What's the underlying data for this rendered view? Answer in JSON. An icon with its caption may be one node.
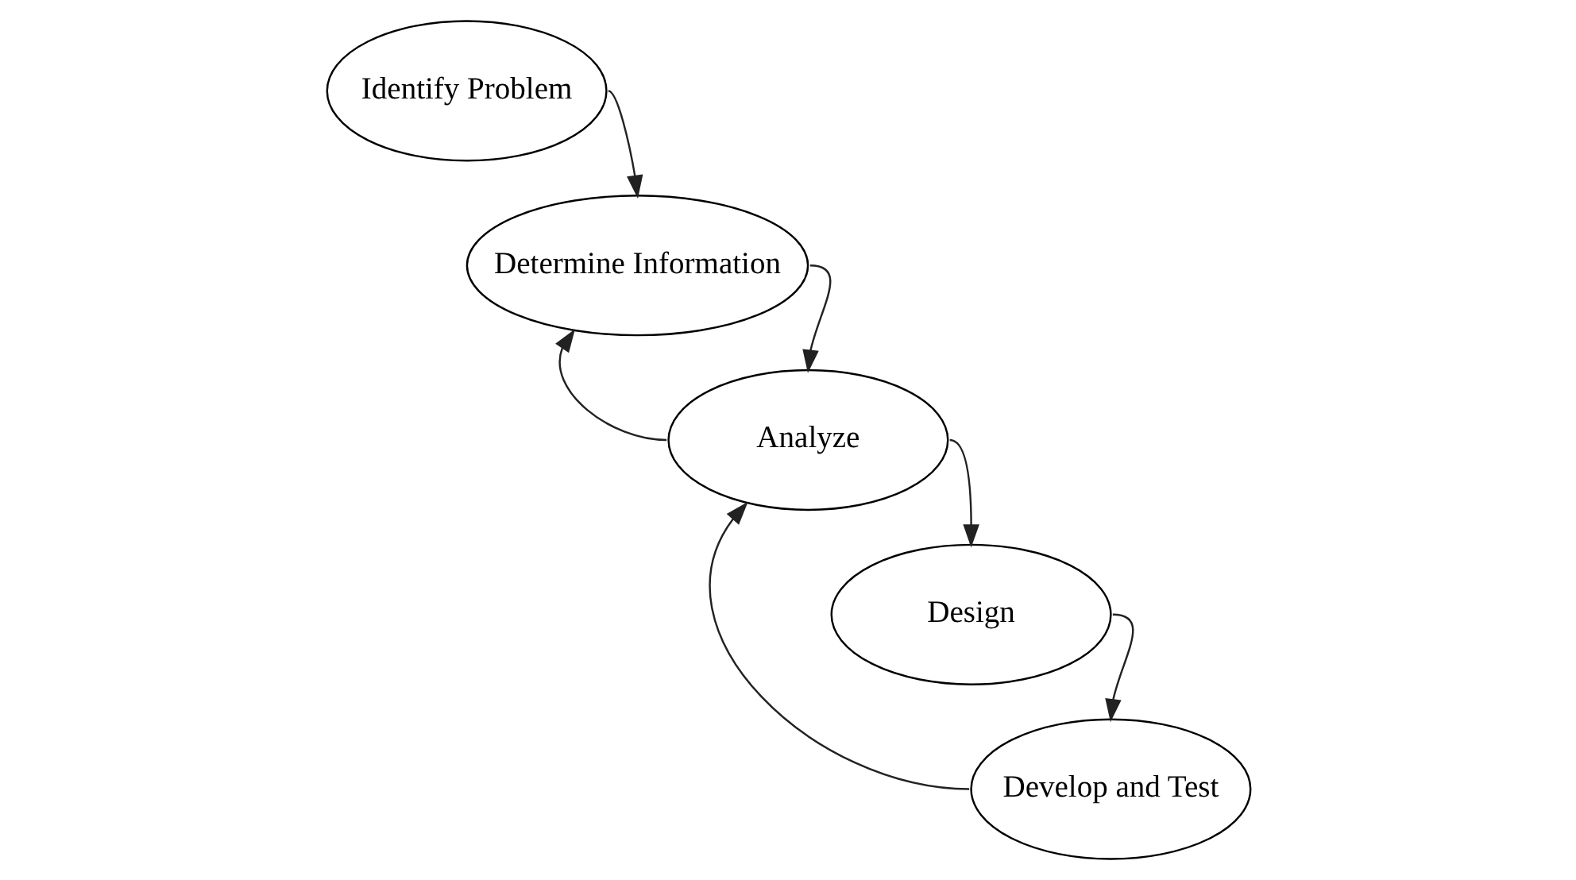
{
  "diagram": {
    "nodes": [
      {
        "text": [
          "Identify Problem"
        ]
      },
      {
        "text": [
          "Determine Information"
        ]
      },
      {
        "text": [
          "Analyze"
        ]
      },
      {
        "text": [
          "Design"
        ]
      },
      {
        "text": [
          "Develop and Test"
        ]
      }
    ],
    "edges": [
      {
        "from": 0,
        "to": 1,
        "arrow": "to"
      },
      {
        "from": 1,
        "to": 2,
        "arrow": "to"
      },
      {
        "from": 2,
        "to": 3,
        "arrow": "to"
      },
      {
        "from": 3,
        "to": 4,
        "arrow": "to"
      },
      {
        "from": 2,
        "to": 1,
        "arrow": "to"
      },
      {
        "from": 4,
        "to": 2,
        "arrow": "to"
      }
    ]
  }
}
